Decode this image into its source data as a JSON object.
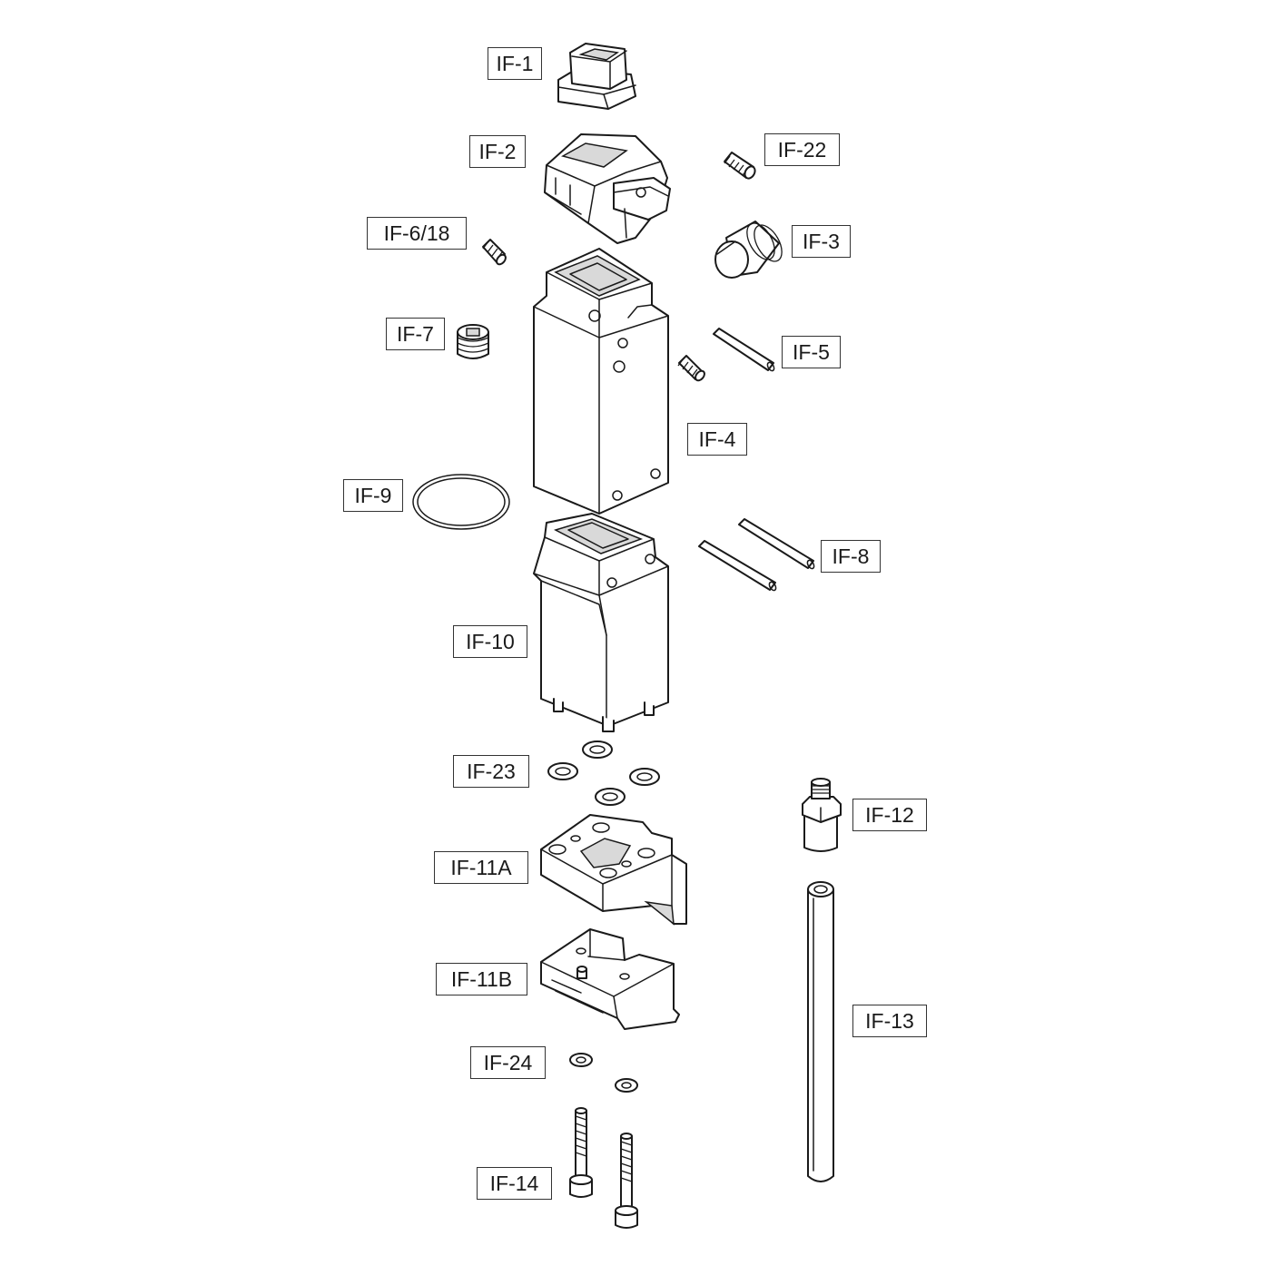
{
  "labels": {
    "if_1": "IF-1",
    "if_2": "IF-2",
    "if_22": "IF-22",
    "if_6_18": "IF-6/18",
    "if_3": "IF-3",
    "if_7": "IF-7",
    "if_5": "IF-5",
    "if_4": "IF-4",
    "if_9": "IF-9",
    "if_8": "IF-8",
    "if_10": "IF-10",
    "if_23": "IF-23",
    "if_12": "IF-12",
    "if_11a": "IF-11A",
    "if_11b": "IF-11B",
    "if_13": "IF-13",
    "if_24": "IF-24",
    "if_14": "IF-14"
  },
  "colors": {
    "line": "#1a1a1a",
    "background": "#ffffff",
    "label_border": "#333333"
  }
}
